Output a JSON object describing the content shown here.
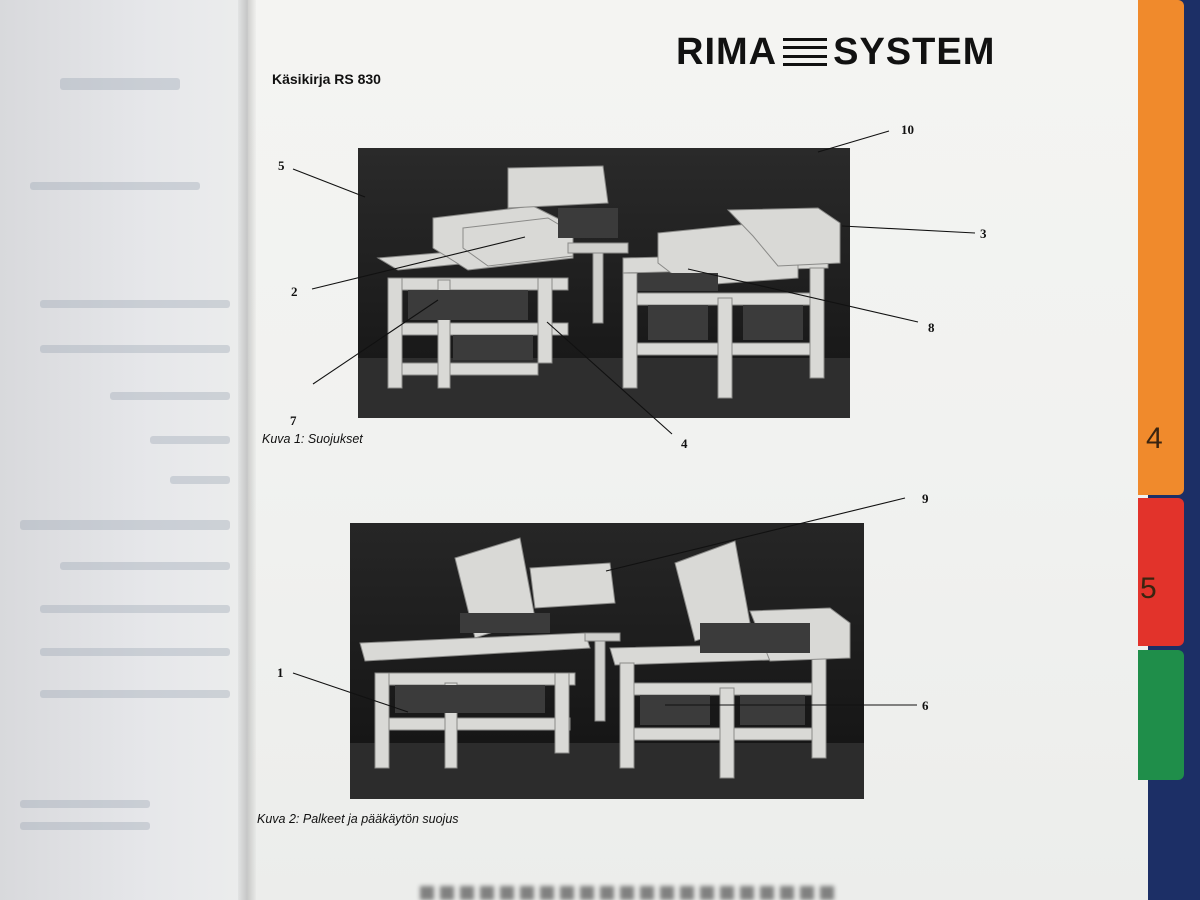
{
  "header": {
    "brand_left": "RIMA",
    "brand_right": "SYSTEM",
    "doc_title": "Käsikirja RS 830"
  },
  "figures": [
    {
      "caption": "Kuva 1: Suojukset",
      "callouts": [
        "10",
        "5",
        "3",
        "2",
        "8",
        "7",
        "4"
      ]
    },
    {
      "caption": "Kuva 2: Palkeet ja pääkäytön suojus",
      "callouts": [
        "9",
        "1",
        "6"
      ]
    }
  ],
  "tabs": [
    "4",
    "5"
  ],
  "colors": {
    "tab_orange": "#f08a2c",
    "tab_red": "#e2332b",
    "tab_green": "#1f8e4a",
    "binder": "#1c2f66"
  }
}
